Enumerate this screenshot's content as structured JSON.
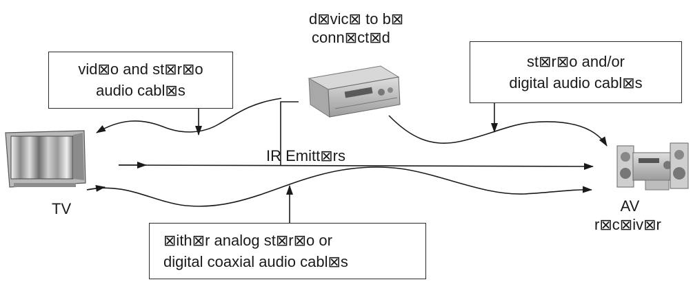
{
  "labels": {
    "device_line1": "d⊠vic⊠ to b⊠",
    "device_line2": "conn⊠ct⊠d",
    "tv": "TV",
    "av_line1": "AV",
    "av_line2": "r⊠c⊠iv⊠r",
    "ir_emitters": "IR Emitt⊠rs"
  },
  "boxes": {
    "video_stereo": {
      "line1": "vid⊠o and st⊠r⊠o",
      "line2": "audio cabl⊠s"
    },
    "stereo_digital": {
      "line1": "st⊠r⊠o and/or",
      "line2": "digital audio cabl⊠s"
    },
    "analog_coaxial": {
      "line1": "⊠ith⊠r analog st⊠r⊠o or",
      "line2": "digital coaxial audio cabl⊠s"
    }
  },
  "icons": {
    "tv": "tv-icon",
    "device": "device-icon",
    "receiver": "av-receiver-icon"
  },
  "colors": {
    "line": "#1a1a1a",
    "text": "#1a1a1a"
  }
}
